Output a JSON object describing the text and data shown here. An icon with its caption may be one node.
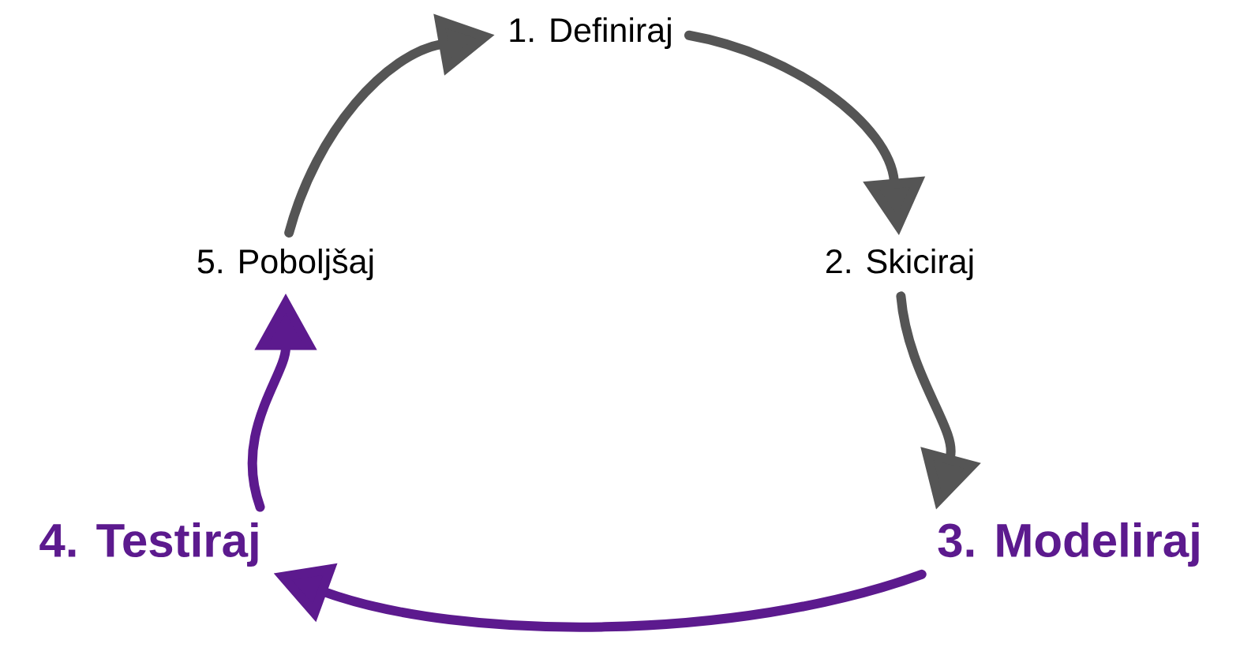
{
  "diagram": {
    "nodes": [
      {
        "text": [
          "1. Definiraj"
        ]
      },
      {
        "text": [
          "2. Skiciraj"
        ]
      },
      {
        "text": [
          "3. Modeliraj"
        ]
      },
      {
        "text": [
          "4. Testiraj"
        ]
      },
      {
        "text": [
          "5. Poboljšaj"
        ]
      }
    ],
    "edges": [
      {
        "from": 0,
        "to": 1,
        "arrow": "to"
      },
      {
        "from": 1,
        "to": 2,
        "arrow": "to"
      },
      {
        "from": 2,
        "to": 3,
        "arrow": "to",
        "color": "#5c1a8e"
      },
      {
        "from": 3,
        "to": 4,
        "arrow": "to",
        "color": "#5c1a8e"
      },
      {
        "from": 4,
        "to": 0,
        "arrow": "to"
      }
    ]
  }
}
